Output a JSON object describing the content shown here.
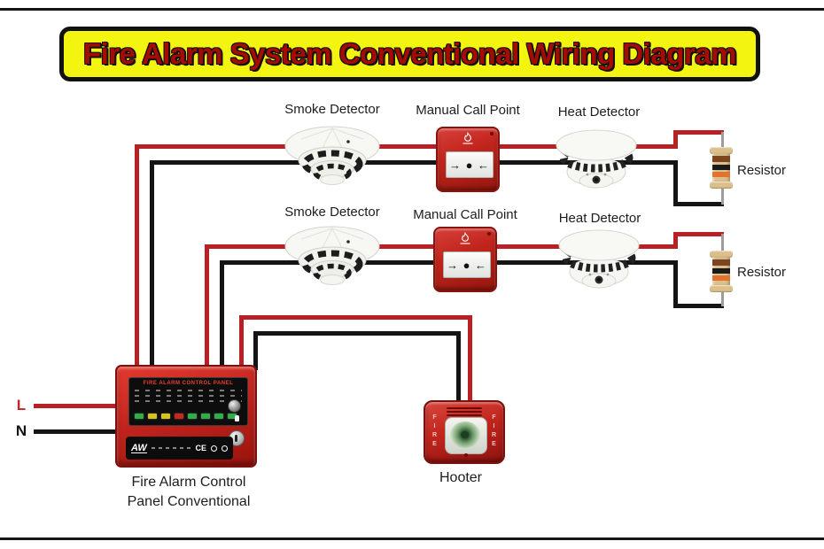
{
  "title": "Fire Alarm System Conventional Wiring Diagram",
  "labels": {
    "smoke_detector": "Smoke Detector",
    "manual_call_point": "Manual Call Point",
    "heat_detector": "Heat Detector",
    "resistor": "Resistor",
    "hooter": "Hooter"
  },
  "mains": {
    "line": "L",
    "neutral": "N"
  },
  "panel": {
    "display_title": "FIRE ALARM CONTROL PANEL",
    "caption_line1": "Fire Alarm Control",
    "caption_line2": "Panel Conventional",
    "logo": "AW",
    "ce_mark": "CE",
    "led_colors": [
      "#2fae49",
      "#d8c21c",
      "#d8c21c",
      "#c8271c",
      "#2fae49",
      "#2fae49",
      "#2fae49",
      "#2fae49"
    ]
  },
  "manual_call_point": {
    "glass_symbol": "→ ● ←"
  },
  "hooter": {
    "side_text": "FIRE"
  },
  "resistor": {
    "band_colors": [
      "#7a4520",
      "#1a1a1a",
      "#e2732f"
    ]
  },
  "colors": {
    "wire_live_red": "#b92025",
    "wire_neutral_black": "#141414",
    "resistor_lead_gray": "#9c9c9c",
    "banner_bg": "#f4f411",
    "banner_border": "#111111",
    "title_text": "#a50b00",
    "device_red": "#c1251d"
  }
}
